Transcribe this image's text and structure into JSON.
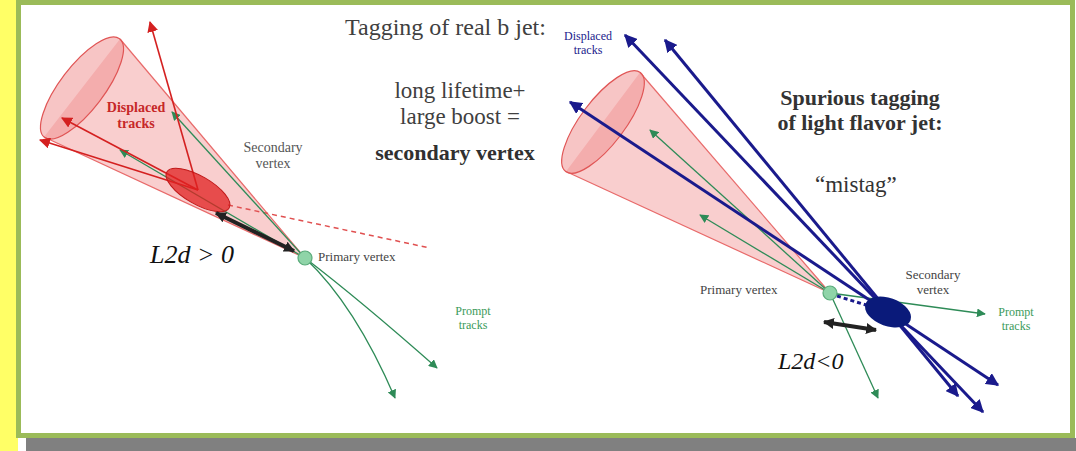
{
  "diagram": {
    "labels": [
      "Tagging of real b jet:",
      "long lifetime+ large boost =",
      "secondary vertex",
      "Displaced tracks",
      "Secondary vertex",
      "L2d > 0",
      "Primary vertex",
      "Prompt tracks",
      "Displaced tracks",
      "Spurious tagging of light flavor jet:",
      "“mistag”",
      "Primary vertex",
      "Secondary vertex",
      "L2d<0",
      "Prompt tracks"
    ]
  }
}
